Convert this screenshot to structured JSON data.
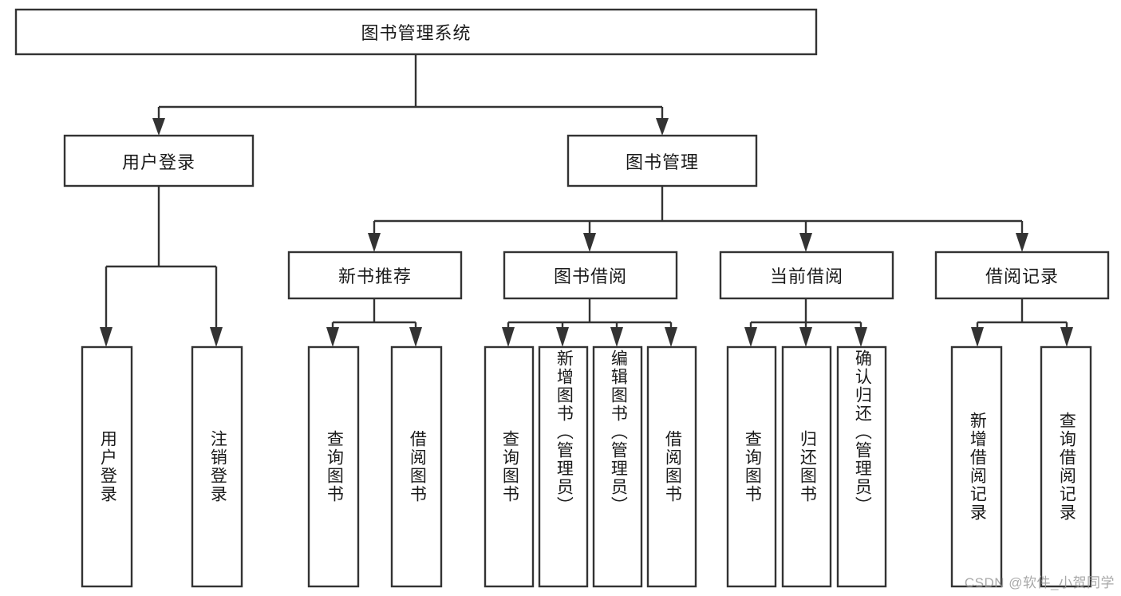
{
  "diagram": {
    "type": "tree-hierarchy",
    "title": "图书管理系统",
    "watermark": "CSDN @软件_小贺同学",
    "colors": {
      "box_stroke": "#333333",
      "box_fill": "#ffffff",
      "connector": "#333333",
      "text": "#1a1a1a",
      "watermark": "#9a9a9a",
      "background": "#ffffff"
    },
    "levels": {
      "root": {
        "label": "图书管理系统",
        "orientation": "horizontal"
      },
      "level2": [
        {
          "label": "用户登录",
          "orientation": "horizontal"
        },
        {
          "label": "图书管理",
          "orientation": "horizontal"
        }
      ],
      "level3": [
        {
          "label": "新书推荐",
          "orientation": "horizontal"
        },
        {
          "label": "图书借阅",
          "orientation": "horizontal"
        },
        {
          "label": "当前借阅",
          "orientation": "horizontal"
        },
        {
          "label": "借阅记录",
          "orientation": "horizontal"
        }
      ],
      "leaves": [
        {
          "label": "用户登录",
          "orientation": "vertical",
          "parent": "用户登录"
        },
        {
          "label": "注销登录",
          "orientation": "vertical",
          "parent": "用户登录"
        },
        {
          "label": "查询图书",
          "orientation": "vertical",
          "parent": "新书推荐"
        },
        {
          "label": "借阅图书",
          "orientation": "vertical",
          "parent": "新书推荐"
        },
        {
          "label": "查询图书",
          "orientation": "vertical",
          "parent": "图书借阅"
        },
        {
          "label": "新增图书（管理员）",
          "orientation": "vertical",
          "parent": "图书借阅"
        },
        {
          "label": "编辑图书（管理员）",
          "orientation": "vertical",
          "parent": "图书借阅"
        },
        {
          "label": "借阅图书",
          "orientation": "vertical",
          "parent": "图书借阅"
        },
        {
          "label": "查询图书",
          "orientation": "vertical",
          "parent": "当前借阅"
        },
        {
          "label": "归还图书",
          "orientation": "vertical",
          "parent": "当前借阅"
        },
        {
          "label": "确认归还（管理员）",
          "orientation": "vertical",
          "parent": "当前借阅"
        },
        {
          "label": "新增借阅记录",
          "orientation": "vertical",
          "parent": "借阅记录"
        },
        {
          "label": "查询借阅记录",
          "orientation": "vertical",
          "parent": "借阅记录"
        }
      ]
    }
  }
}
